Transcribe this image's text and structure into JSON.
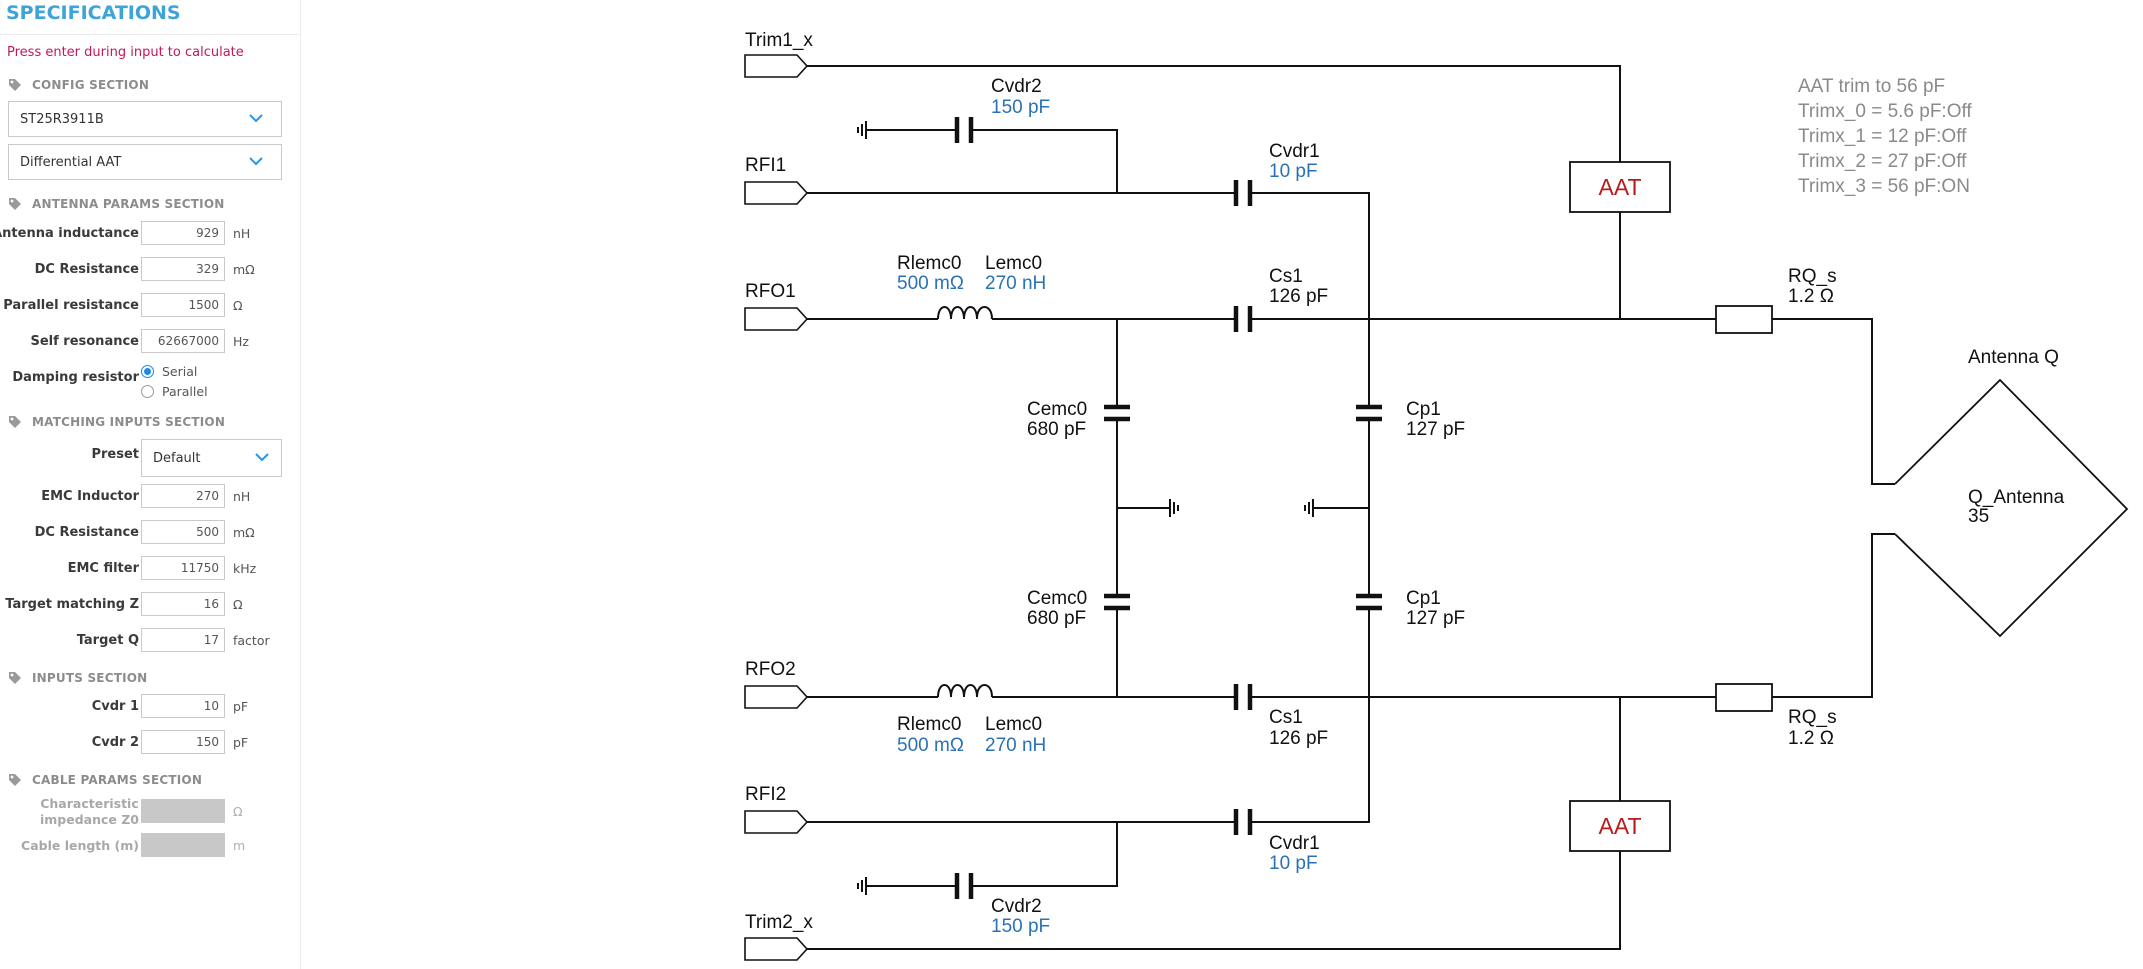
{
  "sidebar": {
    "title": "SPECIFICATIONS",
    "hint": "Press enter during input to calculate",
    "config": {
      "header": "CONFIG SECTION",
      "chip": "ST25R3911B",
      "mode": "Differential AAT"
    },
    "antenna": {
      "header": "ANTENNA PARAMS SECTION",
      "inductance": {
        "label": "Antenna inductance",
        "value": "929",
        "unit": "nH"
      },
      "dc_resistance": {
        "label": "DC Resistance",
        "value": "329",
        "unit": "mΩ"
      },
      "parallel_resistance": {
        "label": "Parallel resistance",
        "value": "1500",
        "unit": "Ω"
      },
      "self_resonance": {
        "label": "Self resonance",
        "value": "62667000",
        "unit": "Hz"
      },
      "damping": {
        "label": "Damping resistor",
        "options": [
          "Serial",
          "Parallel"
        ],
        "selected": "Serial"
      }
    },
    "matching": {
      "header": "MATCHING INPUTS SECTION",
      "preset": {
        "label": "Preset",
        "value": "Default"
      },
      "emc_inductor": {
        "label": "EMC Inductor",
        "value": "270",
        "unit": "nH"
      },
      "dc_resistance": {
        "label": "DC Resistance",
        "value": "500",
        "unit": "mΩ"
      },
      "emc_filter": {
        "label": "EMC filter",
        "value": "11750",
        "unit": "kHz"
      },
      "target_z": {
        "label": "Target matching Z",
        "value": "16",
        "unit": "Ω"
      },
      "target_q": {
        "label": "Target Q",
        "value": "17",
        "unit": "factor"
      }
    },
    "inputs": {
      "header": "INPUTS SECTION",
      "cvdr1": {
        "label": "Cvdr 1",
        "value": "10",
        "unit": "pF"
      },
      "cvdr2": {
        "label": "Cvdr 2",
        "value": "150",
        "unit": "pF"
      }
    },
    "cable": {
      "header": "CABLE PARAMS SECTION",
      "impedance": {
        "label_line1": "Characteristic",
        "label_line2": "impedance Z0",
        "value": "",
        "unit": "Ω"
      },
      "length": {
        "label": "Cable length (m)",
        "value": "",
        "unit": "m"
      }
    }
  },
  "schematic": {
    "ports": {
      "trim1": "Trim1_x",
      "rfi1": "RFI1",
      "rfo1": "RFO1",
      "rfo2": "RFO2",
      "rfi2": "RFI2",
      "trim2": "Trim2_x"
    },
    "cvdr2_top": {
      "name": "Cvdr2",
      "value": "150 pF"
    },
    "cvdr1_top": {
      "name": "Cvdr1",
      "value": "10 pF"
    },
    "cvdr2_bot": {
      "name": "Cvdr2",
      "value": "150 pF"
    },
    "cvdr1_bot": {
      "name": "Cvdr1",
      "value": "10 pF"
    },
    "rlemc_top": {
      "name": "Rlemc0",
      "value": "500 mΩ"
    },
    "lemc_top": {
      "name": "Lemc0",
      "value": "270 nH"
    },
    "rlemc_bot": {
      "name": "Rlemc0",
      "value": "500 mΩ"
    },
    "lemc_bot": {
      "name": "Lemc0",
      "value": "270 nH"
    },
    "cs1_top": {
      "name": "Cs1",
      "value": "126 pF"
    },
    "cs1_bot": {
      "name": "Cs1",
      "value": "126 pF"
    },
    "cemc_top": {
      "name": "Cemc0",
      "value": "680 pF"
    },
    "cemc_bot": {
      "name": "Cemc0",
      "value": "680 pF"
    },
    "cp1_top": {
      "name": "Cp1",
      "value": "127 pF"
    },
    "cp1_bot": {
      "name": "Cp1",
      "value": "127 pF"
    },
    "aat_top": "AAT",
    "aat_bot": "AAT",
    "rq_top": {
      "name": "RQ_s",
      "value": "1.2 Ω"
    },
    "rq_bot": {
      "name": "RQ_s",
      "value": "1.2 Ω"
    },
    "antenna": {
      "title": "Antenna Q",
      "name": "Q_Antenna",
      "value": "35"
    },
    "aat_info": [
      "AAT trim to 56 pF",
      "Trimx_0 = 5.6 pF:Off",
      "Trimx_1 = 12 pF:Off",
      "Trimx_2 = 27 pF:Off",
      "Trimx_3 = 56 pF:ON"
    ]
  },
  "colors": {
    "accent": "#3ea3d8",
    "hint": "#c2185b",
    "value_blue": "#2a72b5",
    "aat_red": "#b71c1c"
  }
}
